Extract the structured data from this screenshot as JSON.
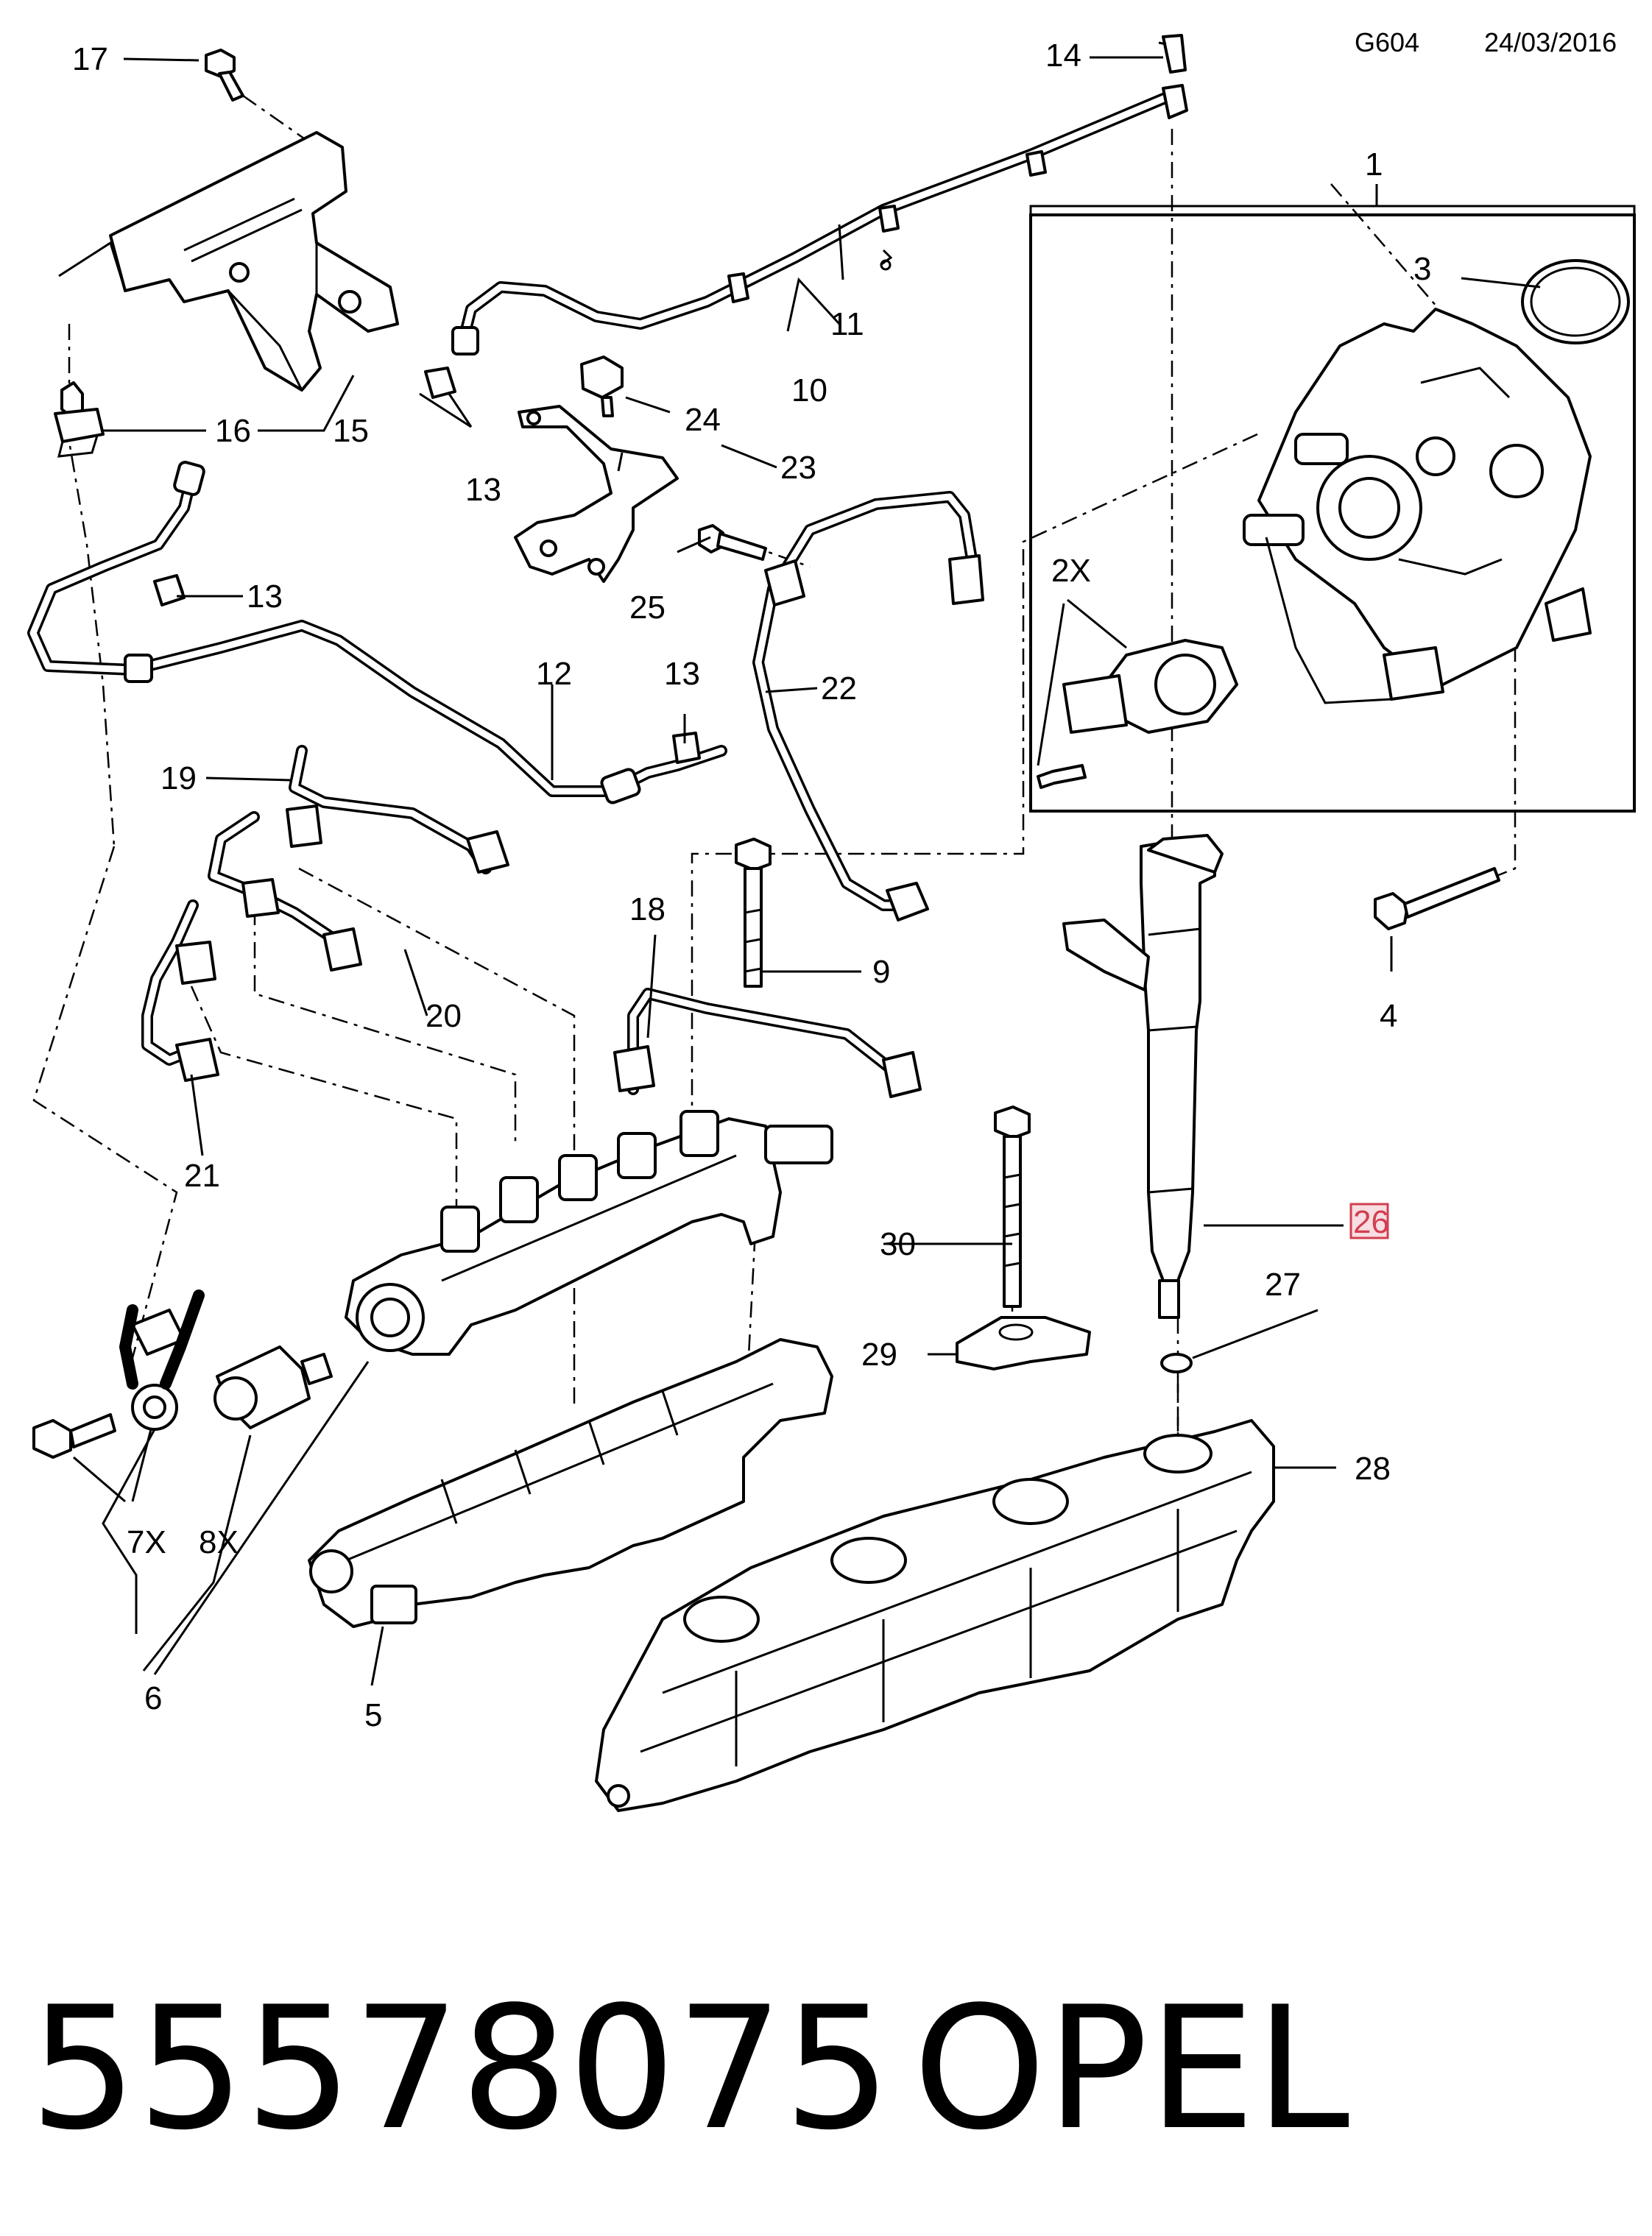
{
  "header": {
    "code": "G604",
    "date": "24/03/2016"
  },
  "footer": {
    "part_number": "55578075",
    "brand": "OPEL"
  },
  "callouts": {
    "c1": "1",
    "c2x": "2X",
    "c3": "3",
    "c4": "4",
    "c5": "5",
    "c6": "6",
    "c7x": "7X",
    "c8x": "8X",
    "c9": "9",
    "c10": "10",
    "c11": "11",
    "c12": "12",
    "c13a": "13",
    "c13b": "13",
    "c13c": "13",
    "c14": "14",
    "c15": "15",
    "c16": "16",
    "c17": "17",
    "c18": "18",
    "c19": "19",
    "c20": "20",
    "c21": "21",
    "c22": "22",
    "c23": "23",
    "c24": "24",
    "c25": "25",
    "c26": "26",
    "c27": "27",
    "c28": "28",
    "c29": "29",
    "c30": "30"
  },
  "highlight_color": "#d04050"
}
